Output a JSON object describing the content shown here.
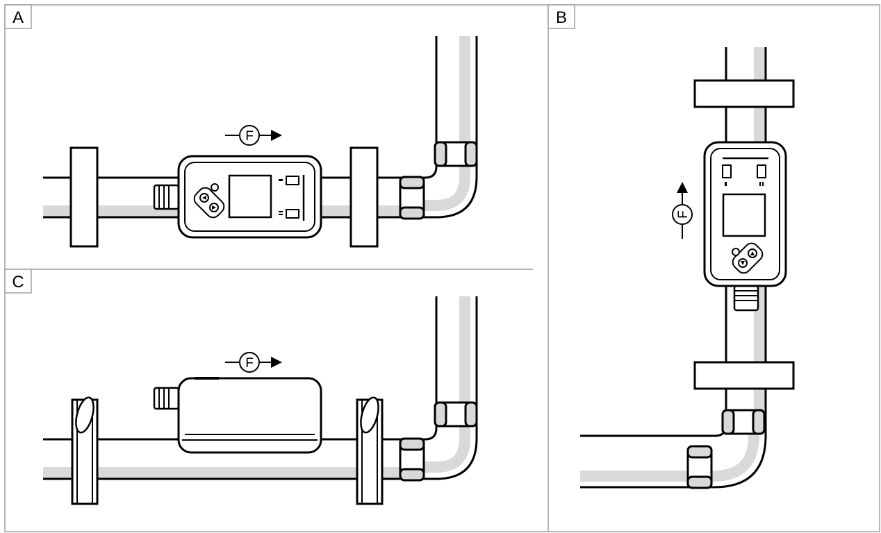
{
  "panels": {
    "a": {
      "label": "A"
    },
    "b": {
      "label": "B"
    },
    "c": {
      "label": "C"
    }
  },
  "flow": {
    "symbol": "F"
  },
  "colors": {
    "line": "#000000",
    "pipe_shade": "#d9d9d9",
    "fitting_fill": "#ffffff",
    "frame": "#9e9e9e",
    "background": "#ffffff"
  }
}
